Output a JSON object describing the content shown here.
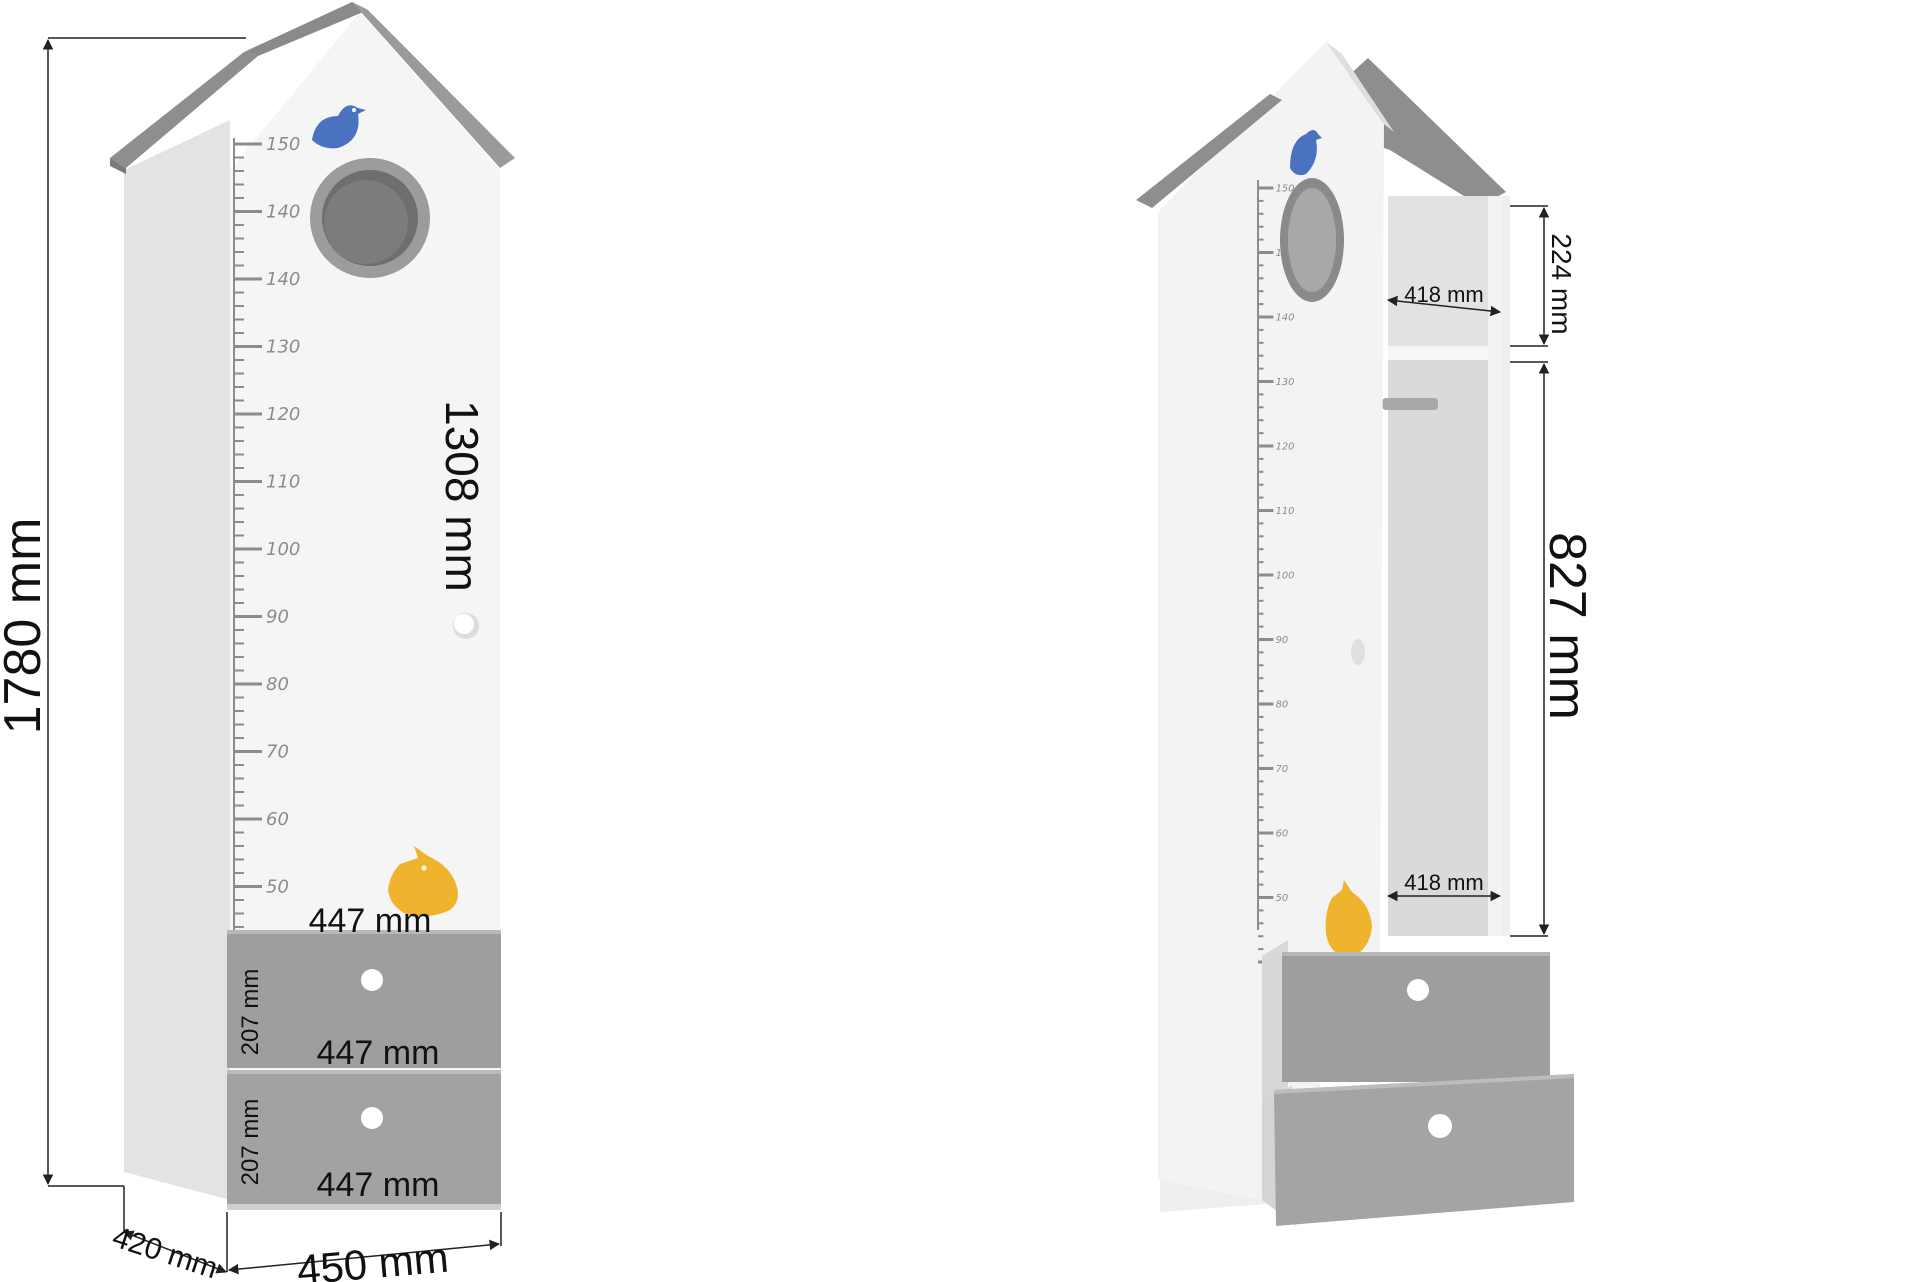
{
  "colors": {
    "body": "#f4f4f4",
    "body_shade": "#dcdcdc",
    "roof": "#8e8e8e",
    "drawer": "#9e9e9e",
    "bird_blue": "#4a72c0",
    "bird_yellow": "#f0b32e",
    "dim_line": "#222222",
    "ruler": "#8c8c8c"
  },
  "icons": [
    "blue-bird-icon",
    "yellow-bird-icon",
    "round-window-icon",
    "knob-icon"
  ],
  "left_view": {
    "height_total": "1780 mm",
    "door_height": "1308 mm",
    "door_width": "447 mm",
    "drawer1_width": "447 mm",
    "drawer2_width": "447 mm",
    "drawer1_height": "207 mm",
    "drawer2_height": "207 mm",
    "depth": "420 mm",
    "width": "450 mm",
    "ruler_labels": [
      "150",
      "140",
      "140",
      "130",
      "120",
      "110",
      "100",
      "90",
      "80",
      "70",
      "60",
      "50"
    ]
  },
  "right_view": {
    "top_shelf_height": "224 mm",
    "top_shelf_width": "418 mm",
    "hanging_height": "827 mm",
    "hanging_width": "418 mm",
    "ruler_labels": [
      "150",
      "140",
      "140",
      "130",
      "120",
      "110",
      "100",
      "90",
      "80",
      "70",
      "60",
      "50"
    ]
  }
}
